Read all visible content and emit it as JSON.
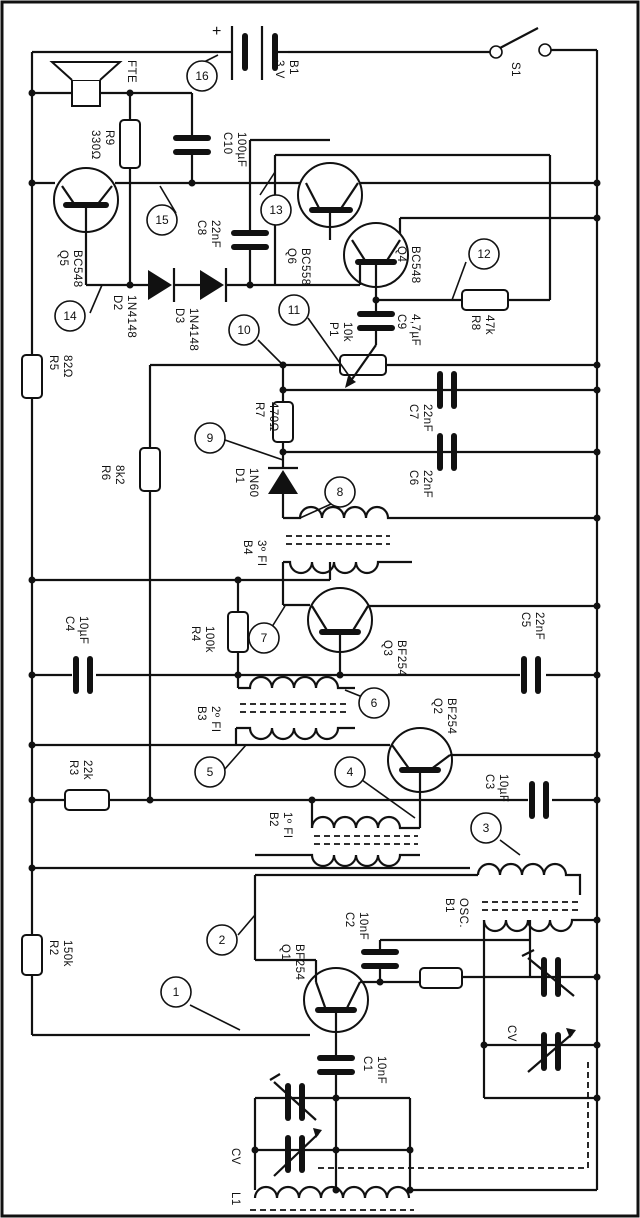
{
  "components": {
    "B1_bat": {
      "ref": "B1",
      "value": "3 V",
      "plus": "+"
    },
    "S1": {
      "ref": "S1"
    },
    "FTE": {
      "ref": "FTE"
    },
    "R9": {
      "ref": "R9",
      "value": "330Ω"
    },
    "C10": {
      "ref": "C10",
      "value": "100µF"
    },
    "Q5": {
      "ref": "Q5",
      "value": "BC548"
    },
    "Q6": {
      "ref": "Q6",
      "value": "BC558"
    },
    "Q4": {
      "ref": "Q4",
      "value": "BC548"
    },
    "C8": {
      "ref": "C8",
      "value": "22nF"
    },
    "R8": {
      "ref": "R8",
      "value": "47k"
    },
    "C9": {
      "ref": "C9",
      "value": "4,7µF"
    },
    "P1": {
      "ref": "P1",
      "value": "10k"
    },
    "D2": {
      "ref": "D2",
      "value": "1N4148"
    },
    "D3": {
      "ref": "D3",
      "value": "1N4148"
    },
    "R5": {
      "ref": "R5",
      "value": "82Ω"
    },
    "R6": {
      "ref": "R6",
      "value": "8k2"
    },
    "R7": {
      "ref": "R7",
      "value": "470Ω"
    },
    "C7": {
      "ref": "C7",
      "value": "22nF"
    },
    "C6": {
      "ref": "C6",
      "value": "22nF"
    },
    "D1": {
      "ref": "D1",
      "value": "1N60"
    },
    "B4": {
      "ref": "B4",
      "value": "3º FI"
    },
    "R4": {
      "ref": "R4",
      "value": "100k"
    },
    "Q3": {
      "ref": "Q3",
      "value": "BF254"
    },
    "C4": {
      "ref": "C4",
      "value": "10µF"
    },
    "C5": {
      "ref": "C5",
      "value": "22nF"
    },
    "B3": {
      "ref": "B3",
      "value": "2º FI"
    },
    "Q2": {
      "ref": "Q2",
      "value": "BF254"
    },
    "R3": {
      "ref": "R3",
      "value": "22k"
    },
    "C3": {
      "ref": "C3",
      "value": "10µF"
    },
    "B2": {
      "ref": "B2",
      "value": "1º FI"
    },
    "B1_osc": {
      "ref": "B1",
      "value": "OSC."
    },
    "R2": {
      "ref": "R2",
      "value": "150k"
    },
    "Q1": {
      "ref": "Q1",
      "value": "BF254"
    },
    "C2": {
      "ref": "C2",
      "value": "10nF"
    },
    "C1": {
      "ref": "C1",
      "value": "10nF"
    },
    "CV_osc": {
      "ref": "CV"
    },
    "CV_ant": {
      "ref": "CV"
    },
    "L1": {
      "ref": "L1"
    }
  },
  "test_points": [
    "1",
    "2",
    "3",
    "4",
    "5",
    "6",
    "7",
    "8",
    "9",
    "10",
    "11",
    "12",
    "13",
    "14",
    "15",
    "16"
  ]
}
